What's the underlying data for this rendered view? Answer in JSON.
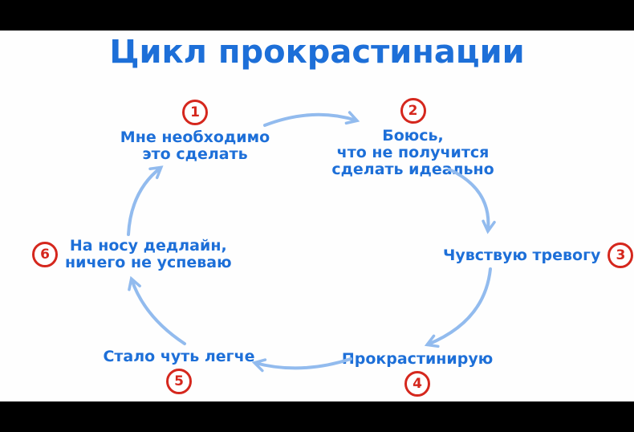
{
  "title": "Цикл прокрастинации",
  "colors": {
    "text_blue": "#1d6fd8",
    "arrow_blue": "#92bbee",
    "badge_red": "#d5271d",
    "background": "#fefefe",
    "letterbox": "#000000"
  },
  "steps": [
    {
      "number": "1",
      "label": "Мне необходимо\nэто сделать"
    },
    {
      "number": "2",
      "label": "Боюсь,\nчто не получится\nсделать идеально"
    },
    {
      "number": "3",
      "label": "Чувствую тревогу"
    },
    {
      "number": "4",
      "label": "Прокрастинирую"
    },
    {
      "number": "5",
      "label": "Стало чуть легче"
    },
    {
      "number": "6",
      "label": "На носу дедлайн,\nничего не успеваю"
    }
  ],
  "cycle": [
    {
      "from": "1",
      "to": "2"
    },
    {
      "from": "2",
      "to": "3"
    },
    {
      "from": "3",
      "to": "4"
    },
    {
      "from": "4",
      "to": "5"
    },
    {
      "from": "5",
      "to": "6"
    },
    {
      "from": "6",
      "to": "1"
    }
  ]
}
